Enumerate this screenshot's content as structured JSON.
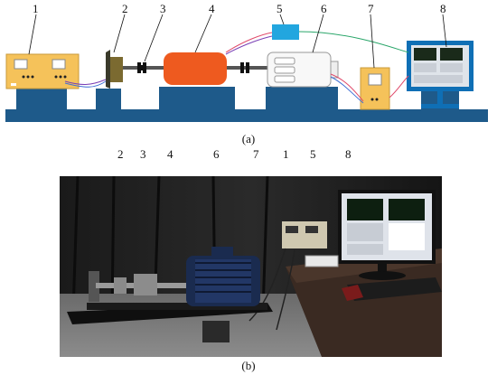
{
  "panel_a": {
    "labels": [
      "1",
      "2",
      "3",
      "4",
      "5",
      "6",
      "7",
      "8"
    ],
    "caption": "(a)"
  },
  "panel_b": {
    "labels": [
      "2",
      "3",
      "4",
      "6",
      "7",
      "1",
      "5",
      "8"
    ],
    "caption": "(b)"
  },
  "colors": {
    "base": "#1e5a8a",
    "pedestal": "#1e5a8a",
    "power_supply": "#f5c25a",
    "motor": "#ee5a1f",
    "box5": "#22a6df",
    "box7": "#f5c25a",
    "monitor": "#0f6fb5"
  }
}
